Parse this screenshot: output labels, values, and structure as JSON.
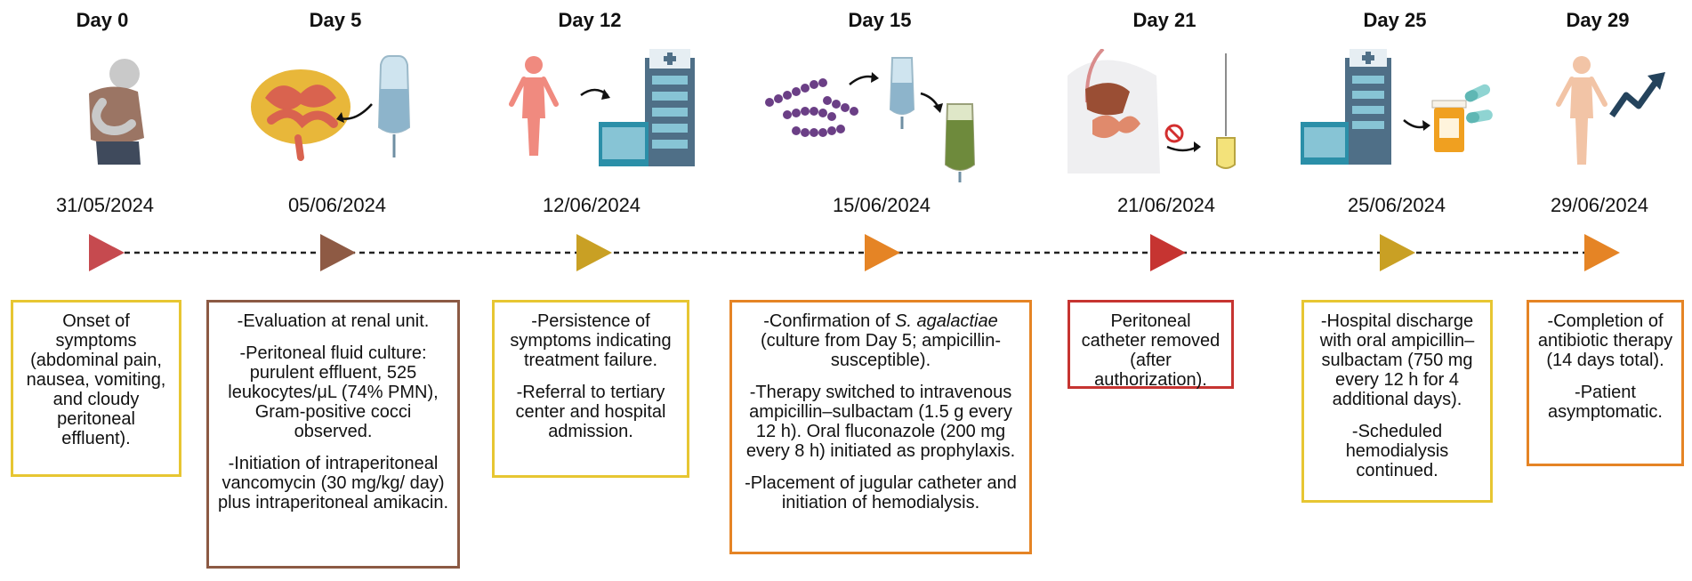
{
  "colors": {
    "red": "#c64a4f",
    "brown": "#8e5a44",
    "mustard": "#c9a024",
    "orange": "#e58425",
    "crimson": "#c63431",
    "yellow_border": "#e7c632",
    "brown_border": "#8c5a44",
    "orange_border": "#e58425",
    "red_border": "#c63431"
  },
  "events": [
    {
      "day": "Day 0",
      "date": "31/05/2024",
      "icon": "abdominal-pain-person-icon",
      "paragraphs": [
        "Onset of symptoms (abdominal pain, nausea, vomiting, and cloudy peritoneal effluent)."
      ]
    },
    {
      "day": "Day 5",
      "date": "05/06/2024",
      "icon": "intestines-iv-bag-icon",
      "paragraphs": [
        "-Evaluation at renal unit.",
        "-Peritoneal fluid culture: purulent effluent, 525 leukocytes/μL (74% PMN), Gram-positive cocci observed.",
        "-Initiation of intraperitoneal vancomycin (30 mg/kg/ day) plus intraperitoneal amikacin."
      ]
    },
    {
      "day": "Day 12",
      "date": "12/06/2024",
      "icon": "patient-to-hospital-icon",
      "paragraphs": [
        "-Persistence of symptoms indicating treatment failure.",
        "-Referral to tertiary center and hospital admission."
      ]
    },
    {
      "day": "Day 15",
      "date": "15/06/2024",
      "icon": "streptococcus-to-iv-bags-icon",
      "confirm_prefix": "-Confirmation of ",
      "confirm_species": "S. agalactiae",
      "confirm_suffix": " (culture from Day 5; ampicillin-susceptible).",
      "paragraphs": [
        "-Therapy switched to intravenous ampicillin–sulbactam (1.5 g every 12 h). Oral fluconazole (200 mg every 8 h) initiated as prophylaxis.",
        "-Placement of jugular catheter and initiation of hemodialysis."
      ]
    },
    {
      "day": "Day 21",
      "date": "21/06/2024",
      "icon": "catheter-removed-icon",
      "paragraphs": [
        "Peritoneal catheter removed (after authorization)."
      ]
    },
    {
      "day": "Day 25",
      "date": "25/06/2024",
      "icon": "hospital-to-pills-icon",
      "paragraphs": [
        "-Hospital discharge with oral ampicillin–sulbactam (750 mg every 12 h for 4 additional days).",
        "-Scheduled hemodialysis continued."
      ]
    },
    {
      "day": "Day 29",
      "date": "29/06/2024",
      "icon": "recovered-patient-icon",
      "paragraphs": [
        "-Completion of antibiotic therapy (14 days total).",
        "-Patient asymptomatic."
      ]
    }
  ]
}
